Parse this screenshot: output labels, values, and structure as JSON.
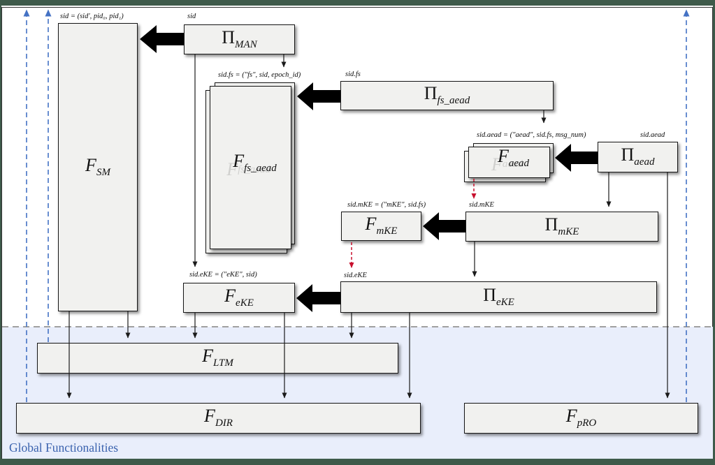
{
  "colors": {
    "frame": "#3e5a4a",
    "box_fill": "#f1f1ef",
    "box_border": "#161616",
    "line": "#1a1a1a",
    "accent_blue": "#4472c4",
    "accent_red": "#c8102e",
    "separator_gray": "#a0a0a0",
    "region_fill": "#e9eefb",
    "global_label": "#3a62ae"
  },
  "region": {
    "label": "Global Functionalities"
  },
  "nodes": {
    "f_sm": {
      "symbol": "F",
      "sub": "SM"
    },
    "pi_man": {
      "symbol": "Π",
      "sub": "MAN"
    },
    "f_fs_aead": {
      "symbol": "F",
      "sub": "fs_aead"
    },
    "pi_fs_aead": {
      "symbol": "Π",
      "sub": "fs_aead"
    },
    "f_aead": {
      "symbol": "F",
      "sub": "aead"
    },
    "pi_aead": {
      "symbol": "Π",
      "sub": "aead"
    },
    "f_mke": {
      "symbol": "F",
      "sub": "mKE"
    },
    "pi_mke": {
      "symbol": "Π",
      "sub": "mKE"
    },
    "f_eke": {
      "symbol": "F",
      "sub": "eKE"
    },
    "pi_eke": {
      "symbol": "Π",
      "sub": "eKE"
    },
    "f_ltm": {
      "symbol": "F",
      "sub": "LTM"
    },
    "f_dir": {
      "symbol": "F",
      "sub": "DIR"
    },
    "f_pro": {
      "symbol": "F",
      "sub": "pRO"
    }
  },
  "labels": {
    "sid_sm": "sid = (sid′, pid₀, pid₁)",
    "sid_man": "sid",
    "sid_fs_eq": "sid.fs = (\"fs\", sid, epoch_id)",
    "sid_fs": "sid.fs",
    "sid_aead_eq": "sid.aead = (\"aead\", sid.fs, msg_num)",
    "sid_aead": "sid.aead",
    "sid_mke_eq": "sid.mKE = (\"mKE\", sid.fs)",
    "sid_mke": "sid.mKE",
    "sid_eke_eq": "sid.eKE = (\"eKE\", sid)",
    "sid_eke": "sid.eKE"
  }
}
